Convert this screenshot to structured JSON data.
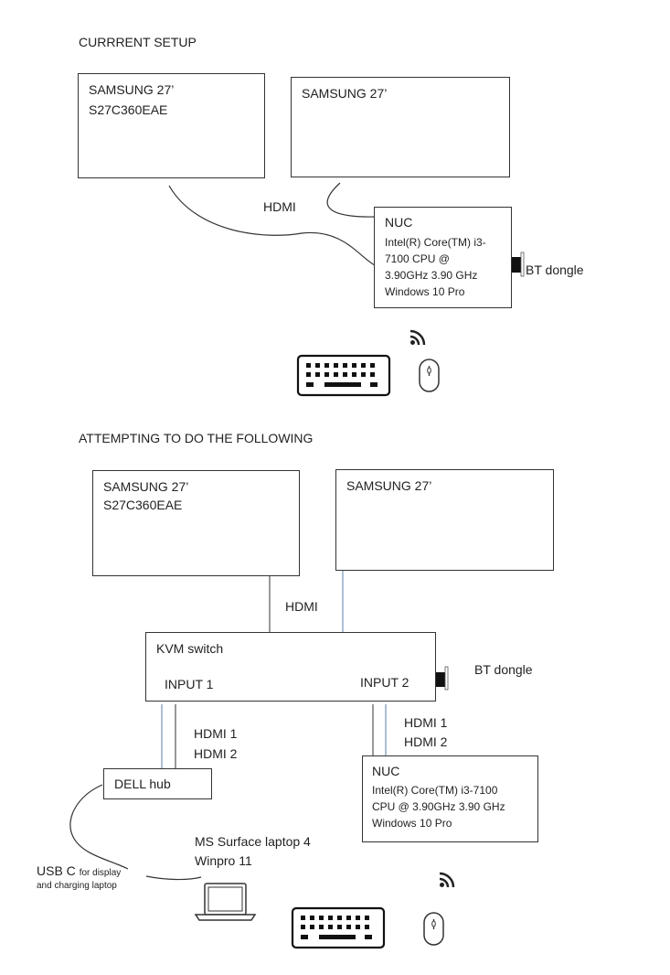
{
  "sections": {
    "current": "CURRRENT SETUP",
    "planned": "ATTEMPTING TO DO THE FOLLOWING"
  },
  "current_setup": {
    "monitor_left": {
      "line1": "SAMSUNG 27’",
      "line2": "S27C360EAE"
    },
    "monitor_right": {
      "line1": "SAMSUNG 27’"
    },
    "cable_label": "HDMI",
    "nuc": {
      "title": "NUC",
      "spec1": "Intel(R) Core(TM) i3-",
      "spec2": "7100 CPU @",
      "spec3": "3.90GHz   3.90 GHz",
      "spec4": "Windows 10 Pro"
    },
    "dongle_label": "BT dongle"
  },
  "planned_setup": {
    "monitor_left": {
      "line1": "SAMSUNG 27’",
      "line2": "S27C360EAE"
    },
    "monitor_right": {
      "line1": "SAMSUNG 27’"
    },
    "cable_label": "HDMI",
    "kvm": {
      "title": "KVM switch",
      "input1": "INPUT 1",
      "input2": "INPUT 2"
    },
    "dongle_label": "BT dongle",
    "left_hdmi": [
      "HDMI 1",
      "HDMI 2"
    ],
    "right_hdmi": [
      "HDMI 1",
      "HDMI 2"
    ],
    "hub": "DELL hub",
    "nuc": {
      "title": "NUC",
      "spec1": "Intel(R) Core(TM) i3-7100",
      "spec2": "CPU @ 3.90GHz   3.90 GHz",
      "spec3": "Windows 10 Pro"
    },
    "laptop": {
      "line1": "MS Surface laptop 4",
      "line2": "Winpro 11"
    },
    "usbc": {
      "main": "USB C",
      "note1": "for display",
      "note2": "and charging laptop"
    }
  },
  "icons": [
    "keyboard-icon",
    "mouse-icon",
    "wireless-signal-icon",
    "laptop-icon",
    "bluetooth-dongle-icon"
  ]
}
